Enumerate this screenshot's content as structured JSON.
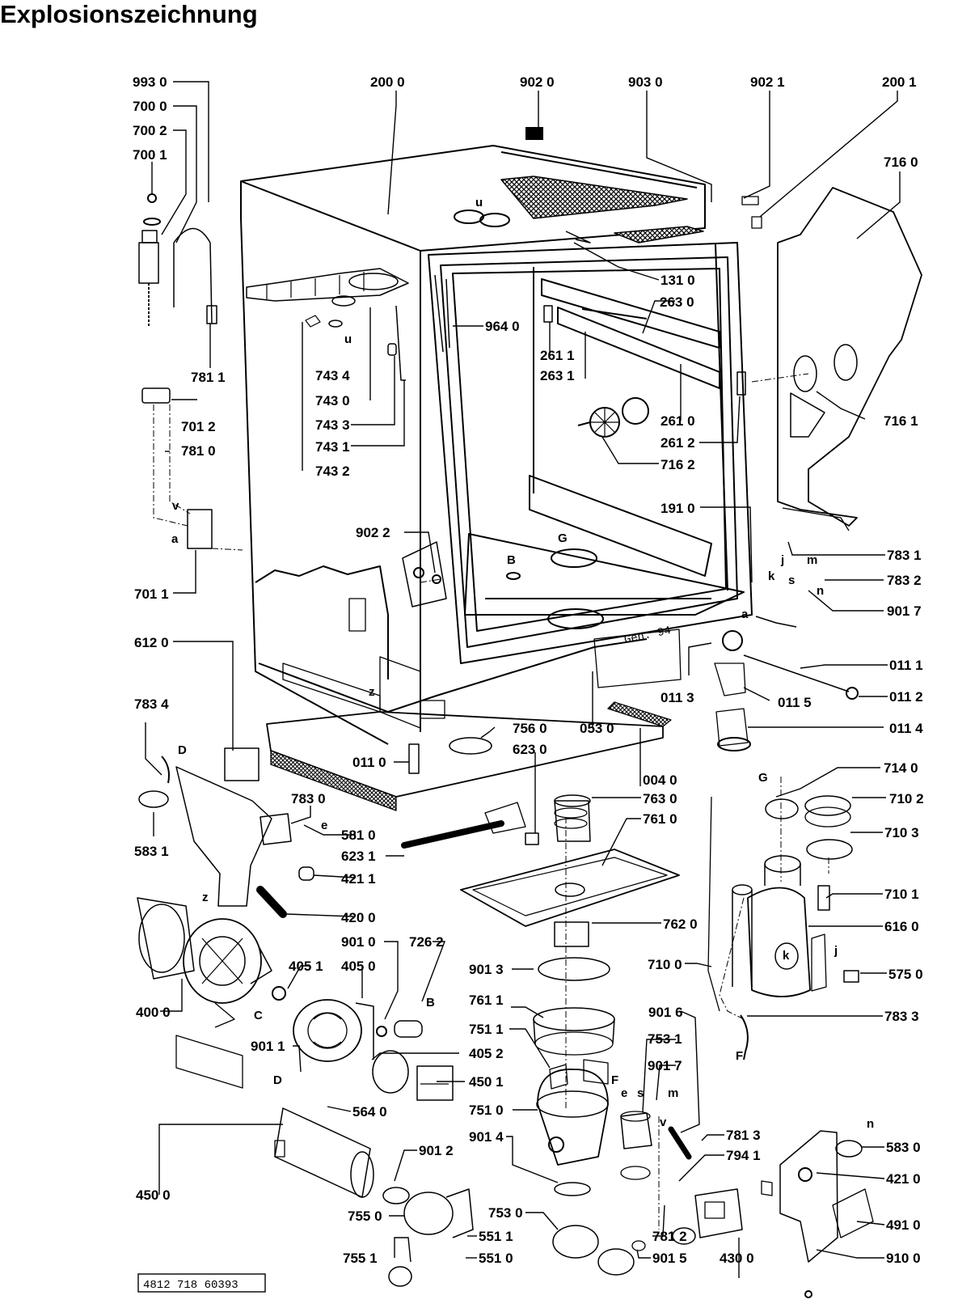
{
  "title": "Explosionszeichnung",
  "document_number": "4812 718 60393",
  "stamp_text": "Gen. 94",
  "part_labels": {
    "p9930": "993 0",
    "p7000": "700 0",
    "p7002": "700 2",
    "p7001": "700 1",
    "p2000": "200 0",
    "p9020": "902 0",
    "p9030": "903 0",
    "p9021": "902 1",
    "p2001": "200 1",
    "p7160": "716 0",
    "p7811": "781 1",
    "p1310": "131 0",
    "p2630": "263 0",
    "p9640": "964 0",
    "p2611": "261 1",
    "p2631": "263 1",
    "p7434": "743 4",
    "p7430": "743 0",
    "p7433": "743 3",
    "p7431": "743 1",
    "p7432": "743 2",
    "p7012": "701 2",
    "p7810": "781 0",
    "p7161": "716 1",
    "p2610": "261 0",
    "p2612": "261 2",
    "p7162": "716 2",
    "p1910": "191 0",
    "p9022": "902 2",
    "p7831": "783 1",
    "p7832": "783 2",
    "p7011": "701 1",
    "p9017a": "901 7",
    "p6120": "612 0",
    "p0111": "011 1",
    "p0113": "011 3",
    "p0115": "011 5",
    "p0112": "011 2",
    "p7834": "783 4",
    "p7560": "756 0",
    "p0530": "053 0",
    "p0114": "011 4",
    "p6230": "623 0",
    "p0110": "011 0",
    "p0040": "004 0",
    "p7140": "714 0",
    "p7830": "783 0",
    "p7630": "763 0",
    "p7102": "710 2",
    "p5810": "581 0",
    "p7610": "761 0",
    "p7103": "710 3",
    "p5831a": "583 1",
    "p6231": "623 1",
    "p4211a": "421 1",
    "p7101": "710 1",
    "p4200": "420 0",
    "p7620": "762 0",
    "p6160": "616 0",
    "p9010": "901 0",
    "p7262": "726 2",
    "p7100": "710 0",
    "p4051": "405 1",
    "p4050": "405 0",
    "p9013": "901 3",
    "p5750": "575 0",
    "p4000": "400 0",
    "p7611": "761 1",
    "p9016": "901 6",
    "p7833": "783 3",
    "p7511": "751 1",
    "p7531": "753 1",
    "p9011": "901 1",
    "p4052": "405 2",
    "p9017b": "901 7",
    "p4501": "450 1",
    "p7510": "751 0",
    "p5640": "564 0",
    "p7813": "781 3",
    "p9014": "901 4",
    "p5830": "583 0",
    "p9012": "901 2",
    "p7941": "794 1",
    "p4210": "421 0",
    "p4500": "450 0",
    "p7550": "755 0",
    "p7530": "753 0",
    "p4910": "491 0",
    "p5511": "551 1",
    "p7812": "781 2",
    "p7551": "755 1",
    "p5510": "551 0",
    "p9015": "901 5",
    "p4300": "430 0",
    "p9100": "910 0"
  },
  "letter_labels": {
    "u1": "u",
    "u2": "u",
    "v1": "v",
    "a1": "a",
    "G1": "G",
    "B1": "B",
    "j1": "j",
    "m1": "m",
    "k1": "k",
    "s1": "s",
    "n1": "n",
    "a2": "a",
    "z1": "z",
    "D1": "D",
    "e1": "e",
    "G2": "G",
    "z2": "z",
    "B2": "B",
    "C1": "C",
    "k2": "k",
    "j2": "j",
    "D2": "D",
    "F1": "F",
    "F2": "F",
    "e2": "e",
    "s2": "s",
    "m2": "m",
    "v2": "v",
    "n2": "n"
  }
}
